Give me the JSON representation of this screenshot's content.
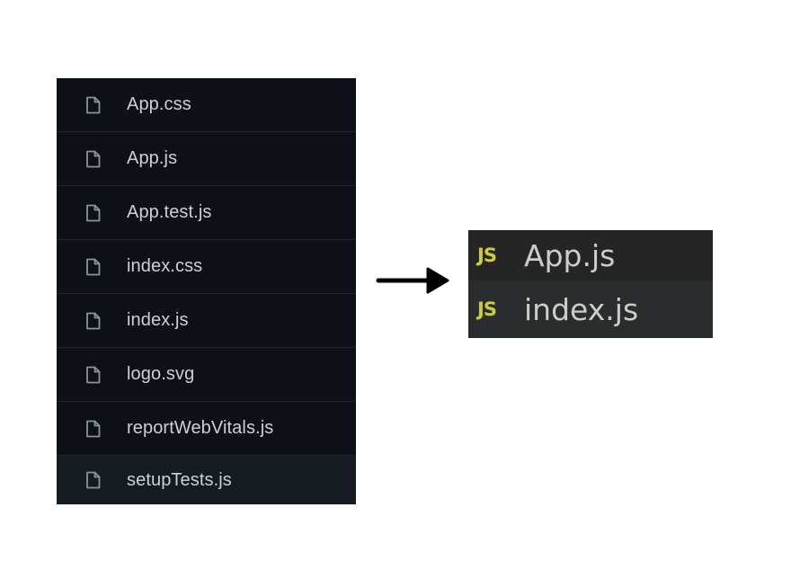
{
  "left_panel": {
    "files": [
      {
        "name": "App.css",
        "icon": "file-icon"
      },
      {
        "name": "App.js",
        "icon": "file-icon"
      },
      {
        "name": "App.test.js",
        "icon": "file-icon"
      },
      {
        "name": "index.css",
        "icon": "file-icon"
      },
      {
        "name": "index.js",
        "icon": "file-icon"
      },
      {
        "name": "logo.svg",
        "icon": "file-icon"
      },
      {
        "name": "reportWebVitals.js",
        "icon": "file-icon"
      },
      {
        "name": "setupTests.js",
        "icon": "file-icon"
      }
    ]
  },
  "arrow": {
    "icon": "arrow-right-icon"
  },
  "right_panel": {
    "files": [
      {
        "badge": "JS",
        "name": "App.js"
      },
      {
        "badge": "JS",
        "name": "index.js"
      }
    ]
  },
  "colors": {
    "left_background": "#0d1117",
    "left_text": "#c9d1d9",
    "right_background": "#252526",
    "right_text": "#cccccc",
    "js_badge": "#cbcb41"
  }
}
